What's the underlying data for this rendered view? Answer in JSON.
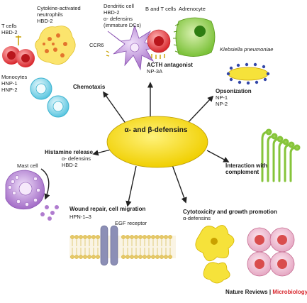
{
  "center_label": "α- and β-defensins",
  "nodes": {
    "chemotaxis": {
      "title": "Chemotaxis"
    },
    "acth": {
      "title": "ACTH antagonist",
      "detail": "NP-3A"
    },
    "opsonization": {
      "title": "Opsonization",
      "lines": [
        "NP-1",
        "NP-2"
      ]
    },
    "complement": {
      "title": [
        "Interaction with",
        "complement"
      ]
    },
    "cytotoxicity": {
      "title": "Cytotoxicity and growth promotion",
      "detail": "α-defensins"
    },
    "wound": {
      "title": "Wound repair, cell migration",
      "detail": "HPN-1–3",
      "receptor": "EGF receptor"
    },
    "histamine": {
      "title": "Histamine release",
      "lines": [
        "α- defensins",
        "HBD-2"
      ],
      "mast": "Mast cell"
    }
  },
  "cells": {
    "tcells": [
      "T cells",
      "HBD-2"
    ],
    "neutrophils": [
      "Cytokine-activated",
      "neutrophils",
      "HBD-2"
    ],
    "dendritic": [
      "Dendritic cell",
      "HBD-2",
      "α- defensins",
      "(immature DCs)"
    ],
    "ccr6": "CCR6",
    "bt": "B and T cells",
    "adrenocyte": "Adrenocyte",
    "klebsiella": "Klebsiella pneumoniae",
    "monocytes": [
      "Monocytes",
      "HNP-1",
      "HNP-2"
    ]
  },
  "credit": {
    "left": "Nature Reviews",
    "sep": "|",
    "right": "Microbiology"
  },
  "colors": {
    "ellipse": "#f4d914",
    "arrow": "#222222",
    "red": "#d8262c",
    "blue": "#5bc6e0",
    "purple": "#b07ccf",
    "green": "#8cc63e",
    "yellow": "#f6e23a"
  }
}
